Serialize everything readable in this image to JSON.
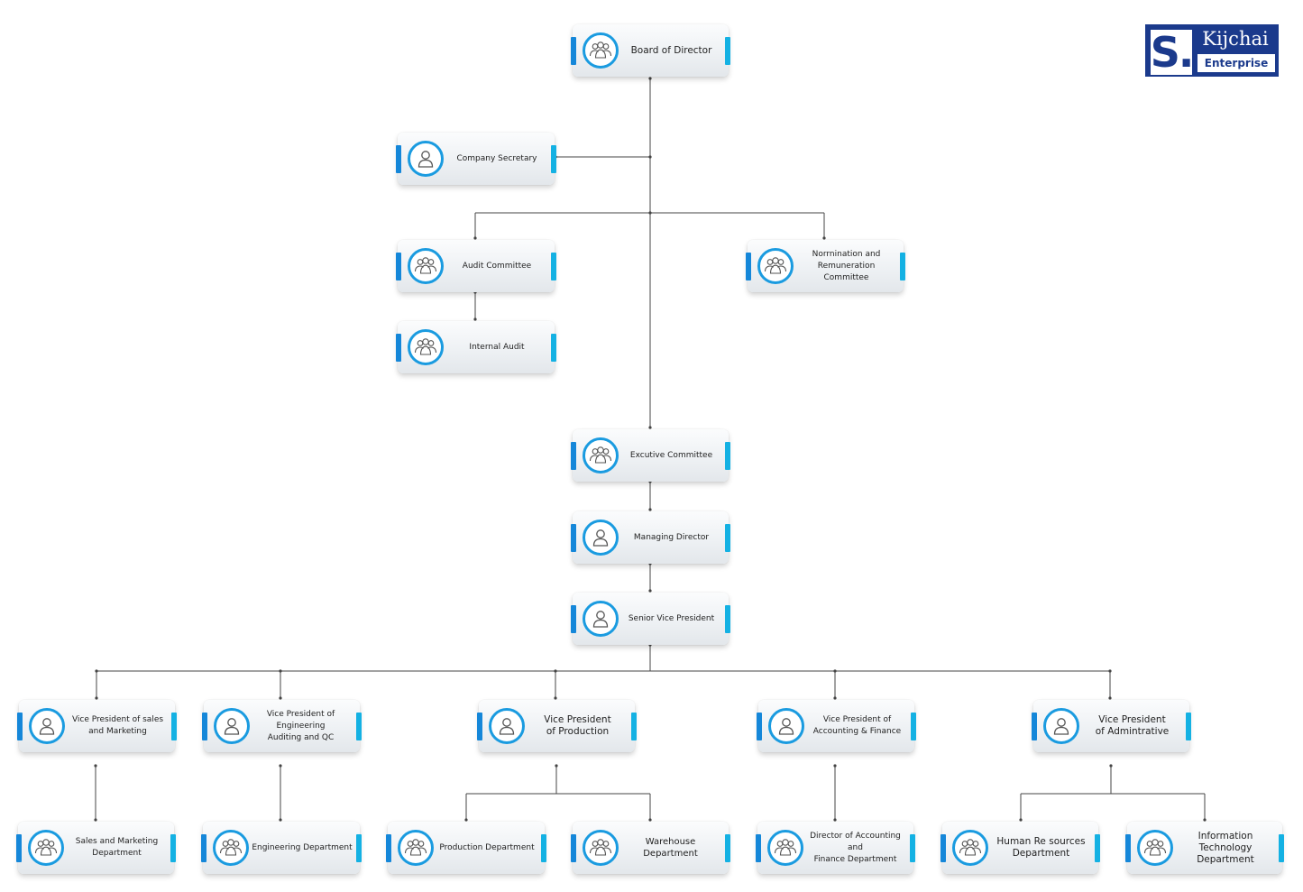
{
  "logo": {
    "name": "Kijchai",
    "sub": "Enterprise",
    "brand_color": "#1b3a8c"
  },
  "colors": {
    "bar_left": "#1587d9",
    "bar_right": "#14b1e3",
    "circle_border": "#1a9be0"
  },
  "nodes": [
    {
      "id": "board",
      "label": "Board of Director",
      "icon": "group-icon"
    },
    {
      "id": "secretary",
      "label": "Company Secretary",
      "icon": "person-icon"
    },
    {
      "id": "audit",
      "label": "Audit Committee",
      "icon": "group-icon"
    },
    {
      "id": "nomination",
      "label": "Norrnination and\nRemuneration Committee",
      "icon": "group-icon"
    },
    {
      "id": "internal-audit",
      "label": "Internal Audit",
      "icon": "group-icon"
    },
    {
      "id": "executive",
      "label": "Excutive Committee",
      "icon": "group-icon"
    },
    {
      "id": "md",
      "label": "Managing Director",
      "icon": "person-icon"
    },
    {
      "id": "svp",
      "label": "Senior Vice President",
      "icon": "person-icon"
    },
    {
      "id": "vp-sales",
      "label": "Vice President of sales\nand Marketing",
      "icon": "person-icon"
    },
    {
      "id": "vp-eng",
      "label": "Vice President of Engineering\nAuditing and QC",
      "icon": "person-icon"
    },
    {
      "id": "vp-prod",
      "label": "Vice  President\nof  Production",
      "icon": "person-icon"
    },
    {
      "id": "vp-acc",
      "label": "Vice President of\nAccounting & Finance",
      "icon": "person-icon"
    },
    {
      "id": "vp-admin",
      "label": "Vice President\nof Admintrative",
      "icon": "person-icon"
    },
    {
      "id": "dept-sales",
      "label": "Sales and Marketing\nDepartment",
      "icon": "group-icon"
    },
    {
      "id": "dept-eng",
      "label": "Engineering Department",
      "icon": "group-icon"
    },
    {
      "id": "dept-prod",
      "label": "Production Department",
      "icon": "group-icon"
    },
    {
      "id": "dept-wh",
      "label": "Warehouse Department",
      "icon": "group-icon"
    },
    {
      "id": "dept-acc",
      "label": "Director of Accounting and\nFinance Department",
      "icon": "group-icon"
    },
    {
      "id": "dept-hr",
      "label": "Human Re sources\nDepartment",
      "icon": "group-icon"
    },
    {
      "id": "dept-it",
      "label": "Information Technology\nDepartment",
      "icon": "group-icon"
    }
  ]
}
